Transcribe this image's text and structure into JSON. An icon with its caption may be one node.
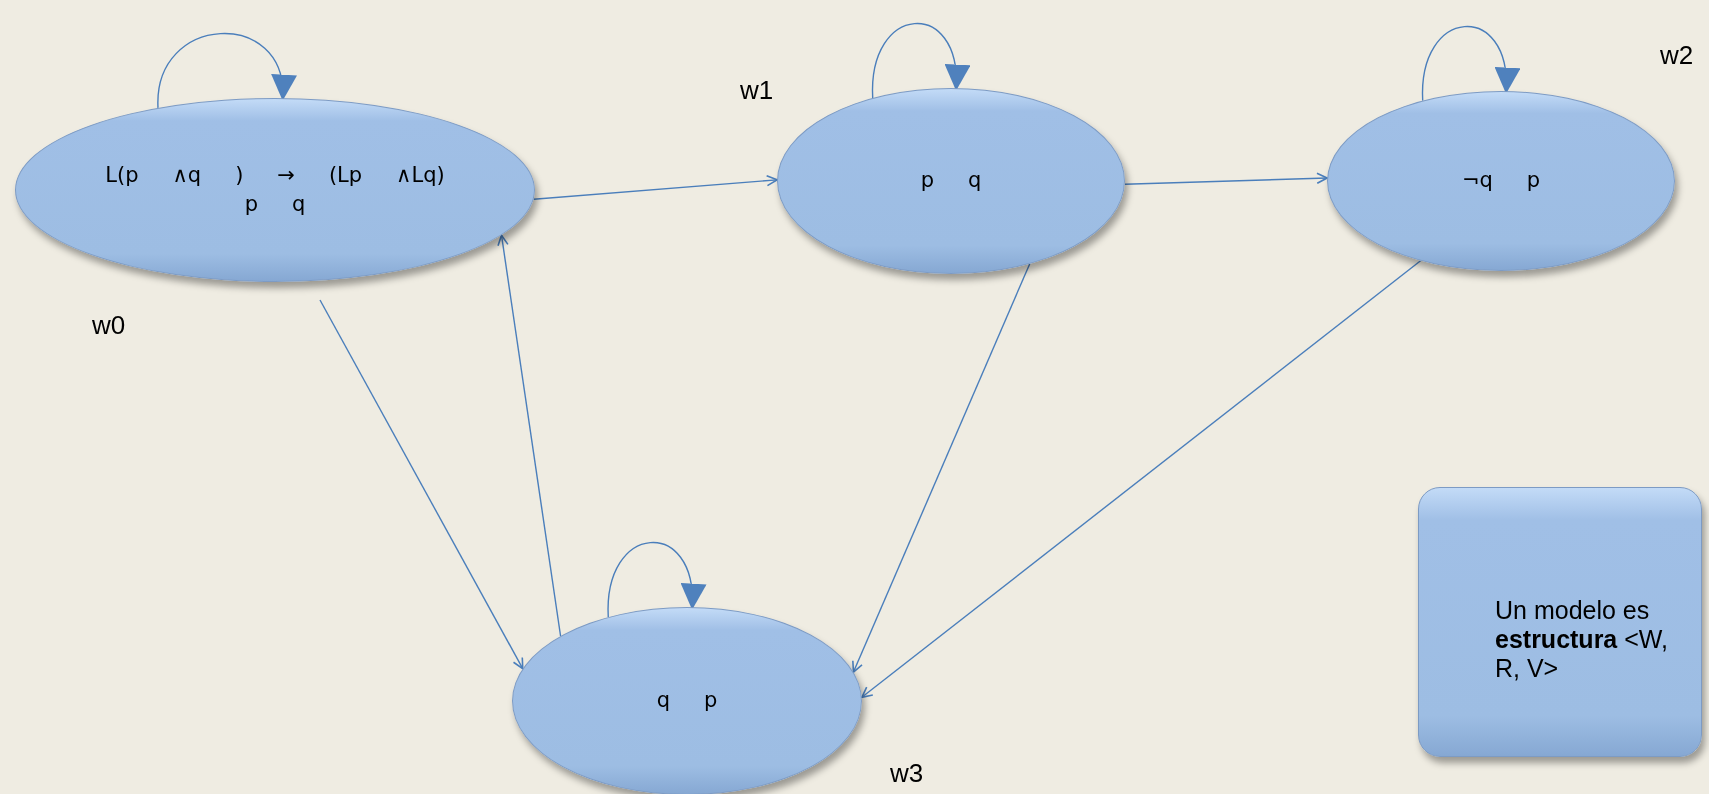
{
  "diagram": {
    "nodes": [
      {
        "text": [
          "L(p ∧q ) → (Lp ∧Lq)",
          "p q"
        ],
        "beside": [
          "w0"
        ]
      },
      {
        "text": [
          "p q"
        ],
        "beside": [
          "w1"
        ]
      },
      {
        "text": [
          "¬q p"
        ],
        "beside": [
          "w2"
        ]
      },
      {
        "text": [
          "q p"
        ],
        "beside": [
          "w3"
        ]
      },
      {
        "text": [
          "Un modelo es **estructura** <W, R, V>"
        ]
      }
    ],
    "edges": [
      {
        "from": 0,
        "to": 0,
        "arrow": "to"
      },
      {
        "from": 1,
        "to": 1,
        "arrow": "to"
      },
      {
        "from": 2,
        "to": 2,
        "arrow": "to"
      },
      {
        "from": 3,
        "to": 3,
        "arrow": "to"
      },
      {
        "from": 0,
        "to": 1,
        "arrow": "to"
      },
      {
        "from": 1,
        "to": 2,
        "arrow": "to"
      },
      {
        "from": 0,
        "to": 3,
        "arrow": "to"
      },
      {
        "from": 3,
        "to": 0,
        "arrow": "to"
      },
      {
        "from": 1,
        "to": 3,
        "arrow": "to"
      },
      {
        "from": 2,
        "to": 3,
        "arrow": "to"
      }
    ]
  }
}
